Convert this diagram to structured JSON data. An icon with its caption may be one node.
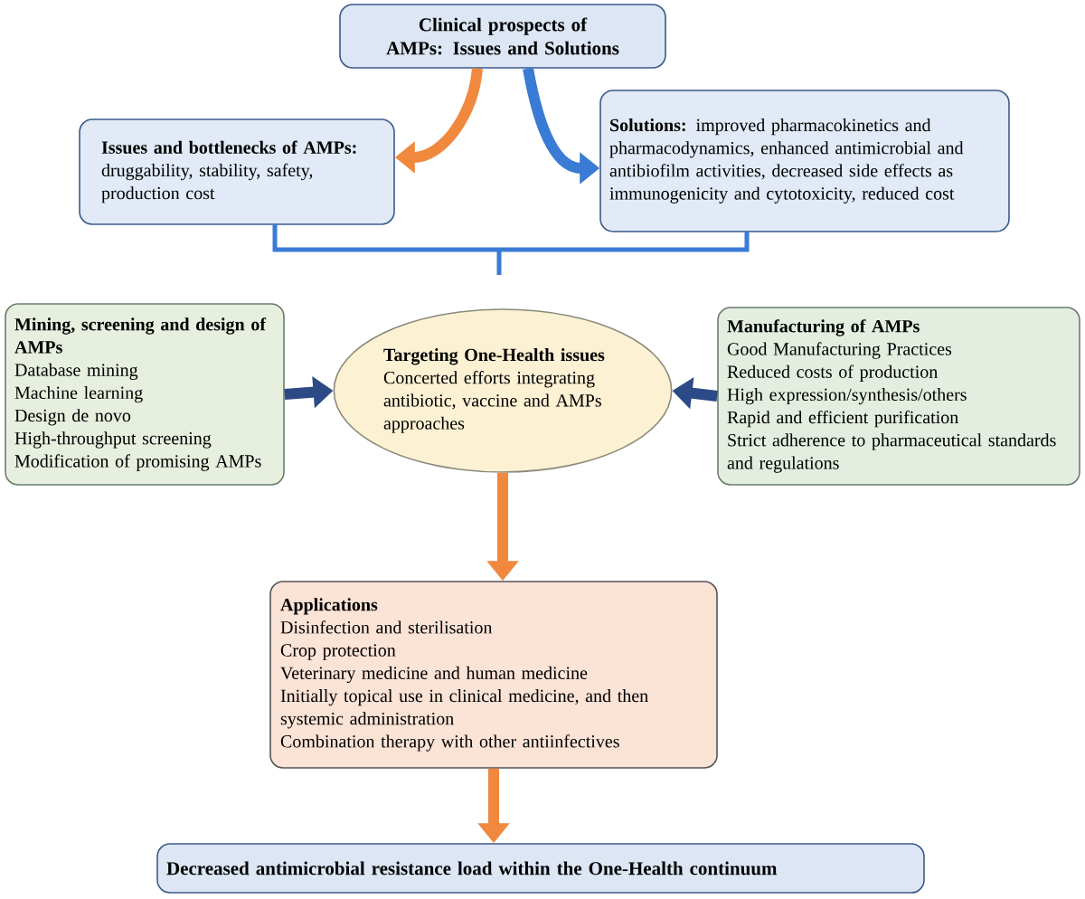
{
  "diagram": {
    "nodes": [
      {
        "text": [
          "Clinical prospects of AMPs: Issues and Solutions"
        ]
      },
      {
        "text": [
          "**Issues and bottlenecks of AMPs:** druggability, stability, safety, production cost"
        ]
      },
      {
        "text": [
          "**Solutions:** improved pharmacokinetics and pharmacodynamics, enhanced antimicrobial and antibiofilm activities, decreased side effects as immunogenicity and cytotoxicity, reduced cost"
        ]
      },
      {
        "text": [
          "Mining, screening and design of AMPs",
          "Database mining",
          "Machine learning",
          "Design de novo",
          "High-throughput screening",
          "Modification of promising AMPs"
        ]
      },
      {
        "text": [
          "Targeting One-Health issues",
          "Concerted efforts integrating antibiotic, vaccine and AMPs approaches"
        ]
      },
      {
        "text": [
          "Manufacturing of AMPs",
          "Good Manufacturing Practices",
          "Reduced costs of production",
          "High expression/synthesis/others",
          "Rapid and efficient purification",
          "Strict adherence to pharmaceutical standards and regulations"
        ]
      },
      {
        "text": [
          "Applications",
          "Disinfection and sterilisation",
          "Crop protection",
          "Veterinary medicine and human medicine",
          "Initially topical use in clinical medicine, and then systemic administration",
          "Combination therapy with other antiinfectives"
        ]
      },
      {
        "text": [
          "Decreased antimicrobial resistance load within the One-Health continuum"
        ]
      }
    ],
    "edges": [
      {
        "from": 0,
        "to": 1,
        "arrow": "to"
      },
      {
        "from": 0,
        "to": 2,
        "arrow": "to",
        "color": "#3a7bd5"
      },
      {
        "from": 3,
        "to": 4,
        "arrow": "to",
        "color": "#2c4a86"
      },
      {
        "from": 5,
        "to": 4,
        "arrow": "to",
        "color": "#2c4a86"
      },
      {
        "from": 4,
        "to": 6,
        "arrow": "to"
      },
      {
        "from": 6,
        "to": 7,
        "arrow": "to"
      }
    ]
  }
}
